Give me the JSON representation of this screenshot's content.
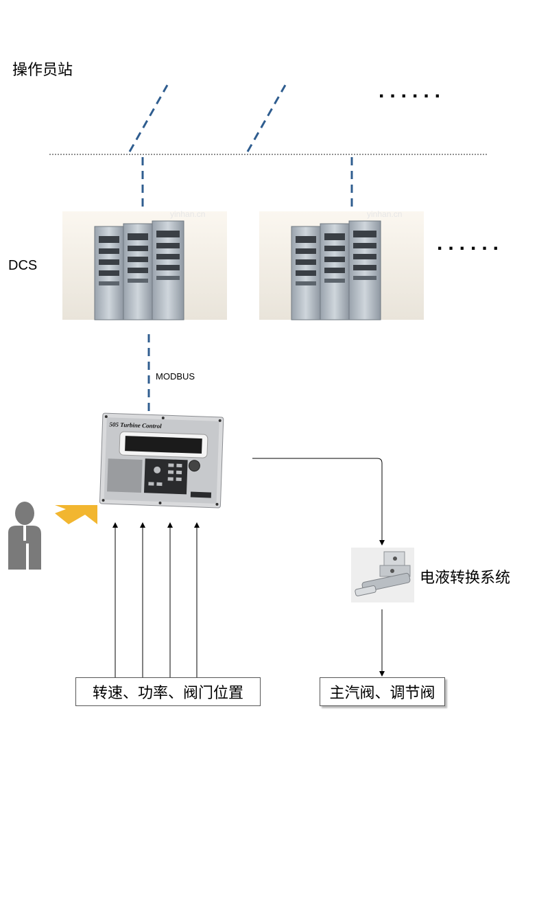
{
  "labels": {
    "operator_station": "操作员站",
    "dcs": "DCS",
    "modbus": "MODBUS",
    "ehc_system": "电液转换系统",
    "dots_top": "......",
    "dots_middle": "......"
  },
  "boxes": {
    "signals": "转速、功率、阀门位置",
    "valves": "主汽阀、调节阀"
  },
  "images": {
    "dcs_cabinet_watermark": "yinhan.cn",
    "controller_brand": "505 Turbine Control"
  },
  "colors": {
    "dashed_link": "#2f5d8f",
    "arrow": "#000000",
    "person": "#7a7a7a",
    "input_arrow": "#f2b630"
  }
}
